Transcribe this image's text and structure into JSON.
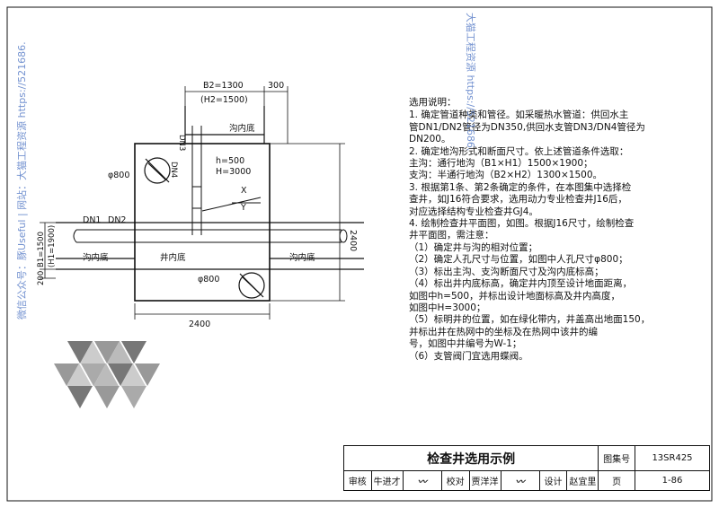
{
  "drawing": {
    "top_dim_b2": "B2=1300",
    "top_dim_h2": "(H2=1500)",
    "top_dim_300": "300",
    "trench_bottom_1": "沟内底",
    "trench_bottom_2": "沟内底",
    "trench_bottom_3": "沟内底",
    "well_bottom": "井内底",
    "pipe_dn1": "DN1",
    "pipe_dn2": "DN2",
    "pipe_dn3": "DN3",
    "pipe_dn4": "DN4",
    "h_value": "h=500",
    "H_value": "H=3000",
    "manhole_1": "φ800",
    "manhole_2": "φ800",
    "axis_x": "X",
    "axis_y": "Y",
    "dim_bottom": "2400",
    "dim_right": "2400",
    "dim_left_200": "200",
    "dim_left_b1": "B1=1500",
    "dim_left_h1": "(H1=1900)"
  },
  "notes": {
    "title": "选用说明：",
    "lines": [
      "1. 确定管道种类和管径。如采暖热水管道：供回水主",
      "   管DN1/DN2管径为DN350,供回水支管DN3/DN4管径为",
      "   DN200。",
      "2. 确定地沟形式和断面尺寸。依上述管道条件选取：",
      "   主沟：通行地沟（B1×H1）1500×1900；",
      "   支沟：半通行地沟（B2×H2）1300×1500。",
      "3. 根据第1条、第2条确定的条件，在本图集中选择检",
      "   查井，如J16符合要求，选用动力专业检查井J16后，",
      "   对应选择结构专业检查井GJ4。",
      "4. 绘制检查井平面图，如图。根据J16尺寸，绘制检查",
      "   井平面图，需注意：",
      "（1）确定井与沟的相对位置；",
      "（2）确定人孔尺寸与位置，如图中人孔尺寸φ800；",
      "（3）标出主沟、支沟断面尺寸及沟内底标高；",
      "（4）标出井内底标高，确定井内顶至设计地面距离，",
      "     如图中h=500，并标出设计地面标高及井内高度，",
      "     如图中H=3000；",
      "（5）标明井的位置，如在绿化带内，井盖高出地面150，",
      "     并标出井在热网中的坐标及在热网中该井的编",
      "     号，如图中井编号为W-1；",
      "（6）支管阀门宜选用蝶阀。"
    ]
  },
  "watermarks": {
    "left": "微信公众号：豚Useful | 网站：大猫工程资源 https://521686.",
    "right": "大猫工程资源 https://521686."
  },
  "title_block": {
    "drawing_title": "检查井选用示例",
    "atlas_label": "图集号",
    "atlas_no": "13SR425",
    "review_label": "审核",
    "review_name": "牛进才",
    "check_label": "校对",
    "check_name": "贾洋洋",
    "design_label": "设计",
    "design_name": "赵宜里",
    "page_label": "页",
    "page_no": "1-86"
  }
}
